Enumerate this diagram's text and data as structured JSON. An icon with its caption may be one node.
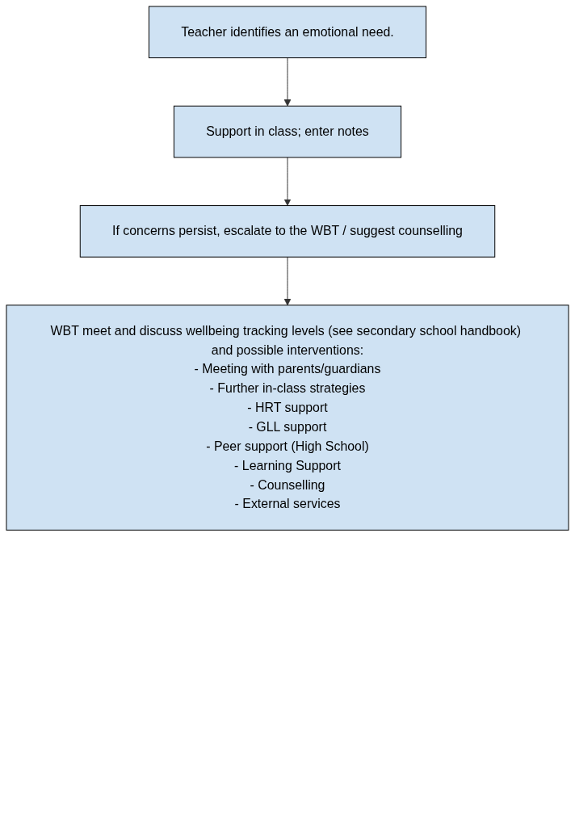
{
  "diagram": {
    "nodes": [
      {
        "text": [
          "Teacher identifies an emotional need."
        ]
      },
      {
        "text": [
          "Support in class; enter notes"
        ]
      },
      {
        "text": [
          "If concerns persist, escalate to the WBT / suggest counselling"
        ]
      },
      {
        "text": [
          "WBT meet and discuss wellbeing tracking levels (see secondary school handbook) and possible interventions:",
          "- Meeting with parents/guardians",
          "- Further in-class strategies",
          "- HRT support",
          "- GLL support",
          "- Peer support (High School)",
          "- Learning Support",
          "- Counselling",
          "- External services"
        ]
      }
    ],
    "edges": [
      {
        "from": 0,
        "to": 1,
        "arrow": "to"
      },
      {
        "from": 1,
        "to": 2,
        "arrow": "to"
      },
      {
        "from": 2,
        "to": 3,
        "arrow": "to"
      }
    ]
  }
}
